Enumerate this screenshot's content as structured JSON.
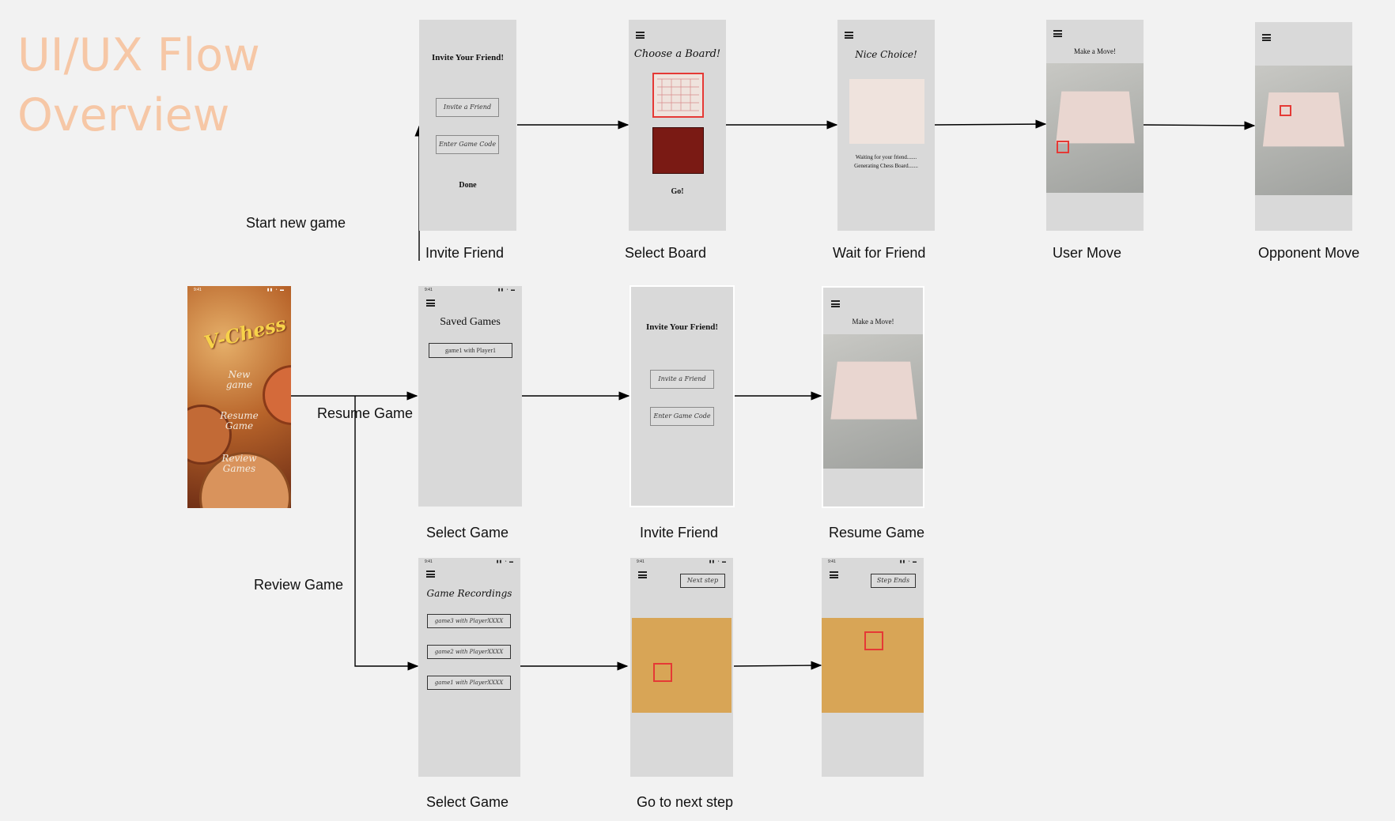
{
  "title": {
    "line1": "UI/UX Flow",
    "line2": "Overview"
  },
  "branch_labels": {
    "start_new_game": "Start new game",
    "resume_game": "Resume Game",
    "review_game": "Review Game"
  },
  "home": {
    "status_time": "9:41",
    "logo": "V-Chess",
    "menu": [
      {
        "l1": "New",
        "l2": "game"
      },
      {
        "l1": "Resume",
        "l2": "Game"
      },
      {
        "l1": "Review",
        "l2": "Games"
      }
    ]
  },
  "row1": {
    "invite": {
      "title": "Invite Your Friend!",
      "btn1": "Invite a Friend",
      "btn2": "Enter Game Code",
      "done": "Done",
      "caption": "Invite Friend"
    },
    "select_board": {
      "title": "Choose a Board!",
      "go": "Go!",
      "caption": "Select Board"
    },
    "wait": {
      "title": "Nice Choice!",
      "msg1": "Waiting for your friend.......",
      "msg2": "Generating Chess Board.......",
      "caption": "Wait for Friend"
    },
    "user_move": {
      "title": "Make a Move!",
      "caption": "User Move"
    },
    "opponent_move": {
      "caption": "Opponent Move"
    }
  },
  "row2": {
    "select_game": {
      "status_time": "9:41",
      "title": "Saved Games",
      "item": "game1 with Player1",
      "caption": "Select Game"
    },
    "invite": {
      "title": "Invite Your Friend!",
      "btn1": "Invite a Friend",
      "btn2": "Enter Game Code",
      "caption": "Invite Friend"
    },
    "resume": {
      "title": "Make a Move!",
      "caption": "Resume Game"
    }
  },
  "row3": {
    "select_game": {
      "status_time": "9:41",
      "title": "Game Recordings",
      "items": [
        "game3 with PlayerXXXX",
        "game2 with PlayerXXXX",
        "game1 with PlayerXXXX"
      ],
      "caption": "Select Game"
    },
    "next_step": {
      "status_time": "9:41",
      "btn": "Next step",
      "caption": "Go to next step"
    },
    "step_ends": {
      "status_time": "9:41",
      "btn": "Step Ends"
    }
  },
  "colors": {
    "title": "#f6c7a6",
    "phone_bg": "#d9d9d9",
    "highlight": "#e53935"
  }
}
